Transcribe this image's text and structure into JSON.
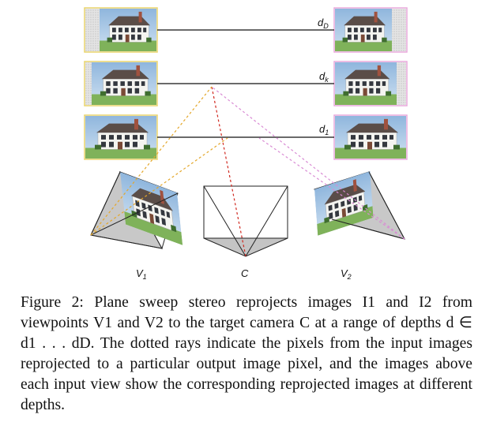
{
  "figure": {
    "depth_labels": [
      {
        "main": "d",
        "sub": "D"
      },
      {
        "main": "d",
        "sub": "k"
      },
      {
        "main": "d",
        "sub": "1"
      }
    ],
    "camera_labels": [
      {
        "main": "V",
        "sub": "1"
      },
      {
        "main": "C",
        "sub": ""
      },
      {
        "main": "V",
        "sub": "2"
      }
    ]
  },
  "caption": {
    "label": "Figure 2:",
    "text": "Plane sweep stereo reprojects images I1 and I2 from viewpoints V1 and V2 to the target camera C at a range of depths d ∈ d1 . . . dD. The dotted rays indicate the pixels from the input images reprojected to a particular output image pixel, and the images above each input view show the corresponding reprojected images at different depths."
  }
}
